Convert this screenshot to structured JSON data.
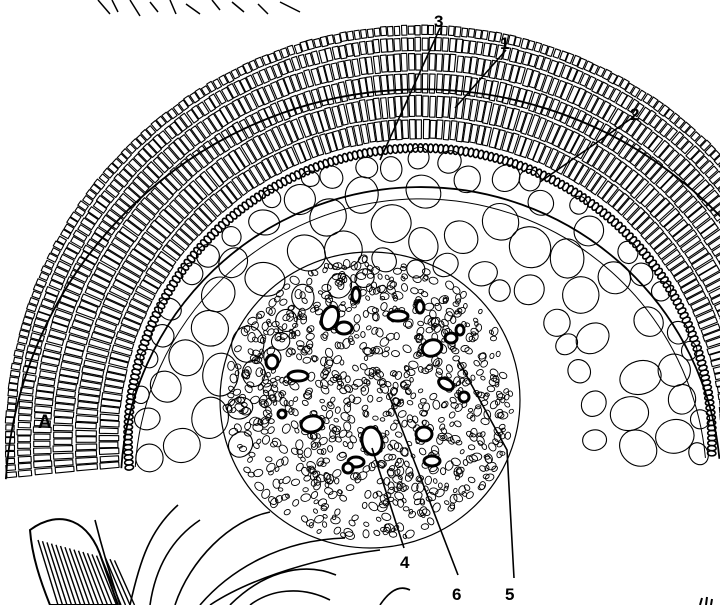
{
  "figure": {
    "panel_label": "A",
    "callouts": [
      {
        "id": "1",
        "text": "1"
      },
      {
        "id": "2",
        "text": "2"
      },
      {
        "id": "3",
        "text": "3"
      },
      {
        "id": "4",
        "text": "4"
      },
      {
        "id": "5",
        "text": "5"
      },
      {
        "id": "6",
        "text": "6"
      }
    ],
    "colors": {
      "ink": "#000000",
      "paper": "#ffffff"
    }
  }
}
